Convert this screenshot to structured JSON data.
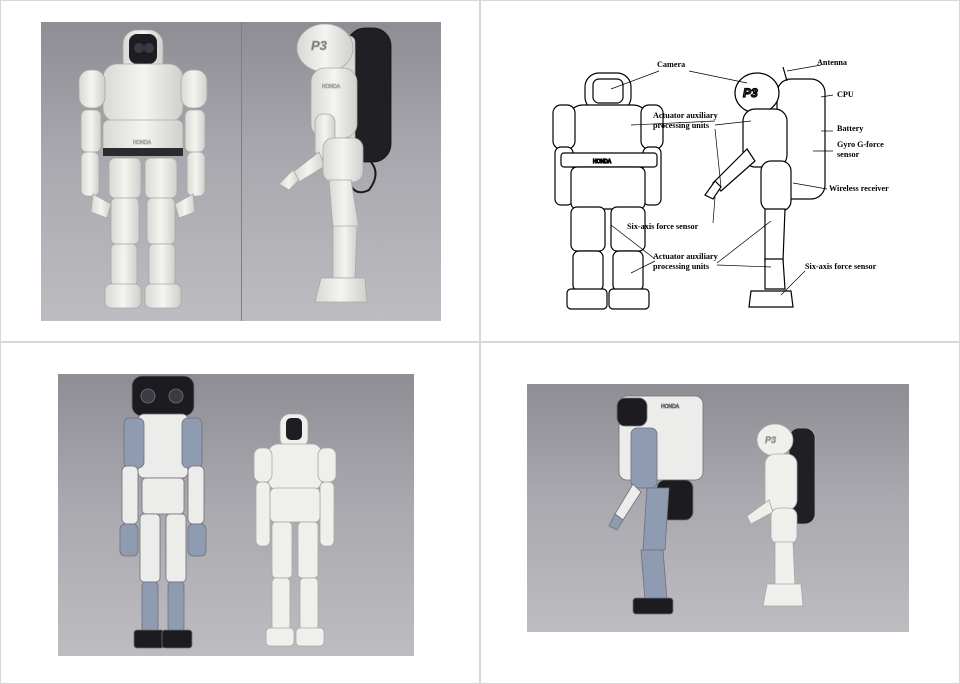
{
  "panels": [
    {
      "id": "front-side-photo"
    },
    {
      "id": "diagram"
    },
    {
      "id": "p2-p3-front-photo"
    },
    {
      "id": "p2-p3-side-photo"
    }
  ],
  "branding": {
    "maker": "HONDA",
    "model": "P3"
  },
  "diagram": {
    "labels": {
      "camera": "Camera",
      "antenna": "Antenna",
      "cpu": "CPU",
      "battery": "Battery",
      "gyro_line1": "Gyro G-force",
      "gyro_line2": "sensor",
      "actuator_top_line1": "Actuator auxiliary",
      "actuator_top_line2": "processing units",
      "wireless": "Wireless receiver",
      "six_axis_left": "Six-axis force sensor",
      "actuator_bottom_line1": "Actuator auxiliary",
      "actuator_bottom_line2": "processing units",
      "six_axis_right": "Six-axis force sensor"
    }
  },
  "colors": {
    "robot_white": "#efefec",
    "robot_shadow": "#c8c8c6",
    "visor": "#1e1e22",
    "p2_blue": "#8f9bb0",
    "background_gray": "#a9a8ae"
  }
}
